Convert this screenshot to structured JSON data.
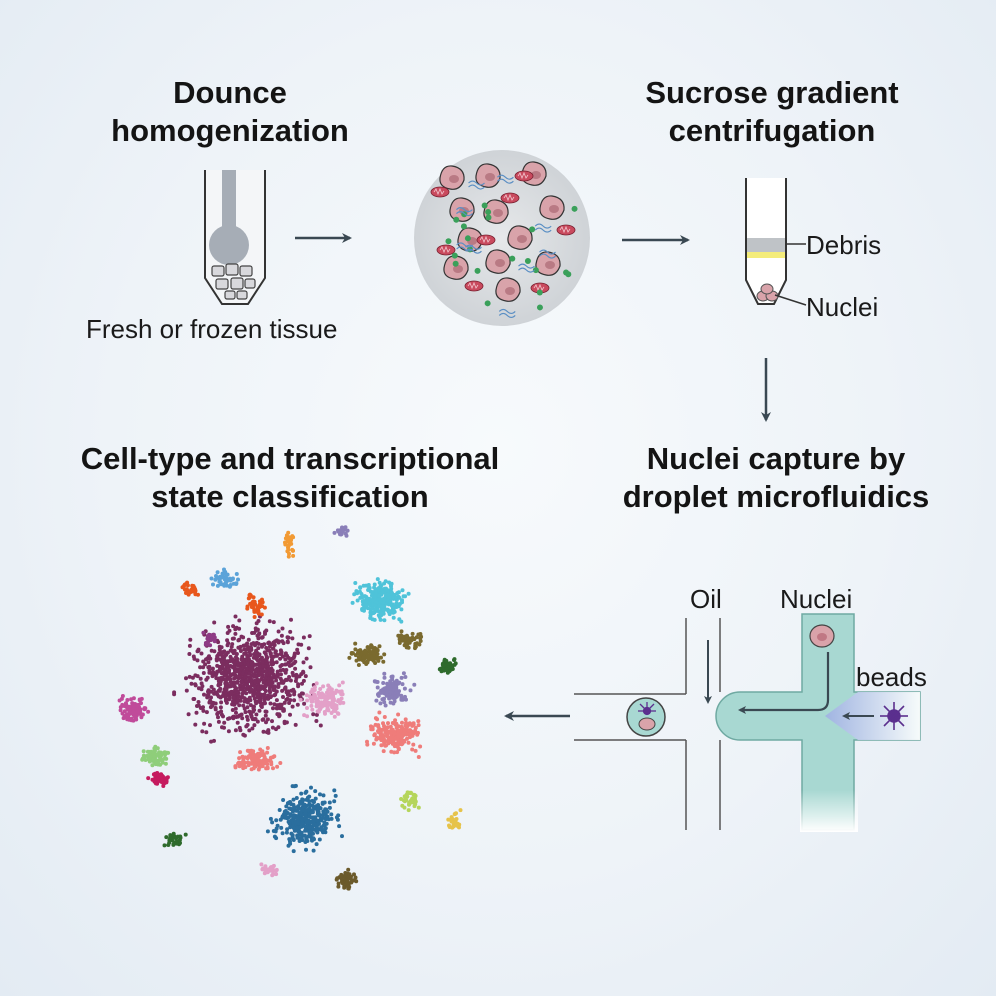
{
  "steps": {
    "dounce": {
      "title_line1": "Dounce",
      "title_line2": "homogenization",
      "caption": "Fresh or frozen tissue"
    },
    "sucrose": {
      "title_line1": "Sucrose gradient",
      "title_line2": "centrifugation",
      "debris_label": "Debris",
      "nuclei_label": "Nuclei"
    },
    "capture": {
      "title_line1": "Nuclei capture by",
      "title_line2": "droplet microfluidics",
      "oil_label": "Oil",
      "nuclei_label": "Nuclei",
      "beads_label": "beads"
    },
    "classification": {
      "title_line1": "Cell-type and transcriptional",
      "title_line2": "state classification"
    }
  },
  "colors": {
    "arrow": "#3a4852",
    "channel": "#a8d8d2",
    "nucleus": "#d9a3aa",
    "mitochondria": "#c94a5e",
    "bead": "#5b2f8e",
    "yellow_band": "#f4ec7a",
    "gray_band": "#bfc3c7"
  },
  "clusters": [
    {
      "color": "#7b2d5f"
    },
    {
      "color": "#4fc3d9"
    },
    {
      "color": "#2a6e9e"
    },
    {
      "color": "#ef7c7a"
    },
    {
      "color": "#e3a0c8"
    },
    {
      "color": "#8a7fb8"
    },
    {
      "color": "#7a6a2f"
    },
    {
      "color": "#c04b9a"
    },
    {
      "color": "#8fce7a"
    },
    {
      "color": "#c51b5f"
    },
    {
      "color": "#2f6b2c"
    },
    {
      "color": "#6b5a2b"
    },
    {
      "color": "#5ba3d9"
    },
    {
      "color": "#e8571c"
    },
    {
      "color": "#f29a34"
    },
    {
      "color": "#8e3b85"
    },
    {
      "color": "#b5d55b"
    },
    {
      "color": "#e6c34a"
    }
  ]
}
